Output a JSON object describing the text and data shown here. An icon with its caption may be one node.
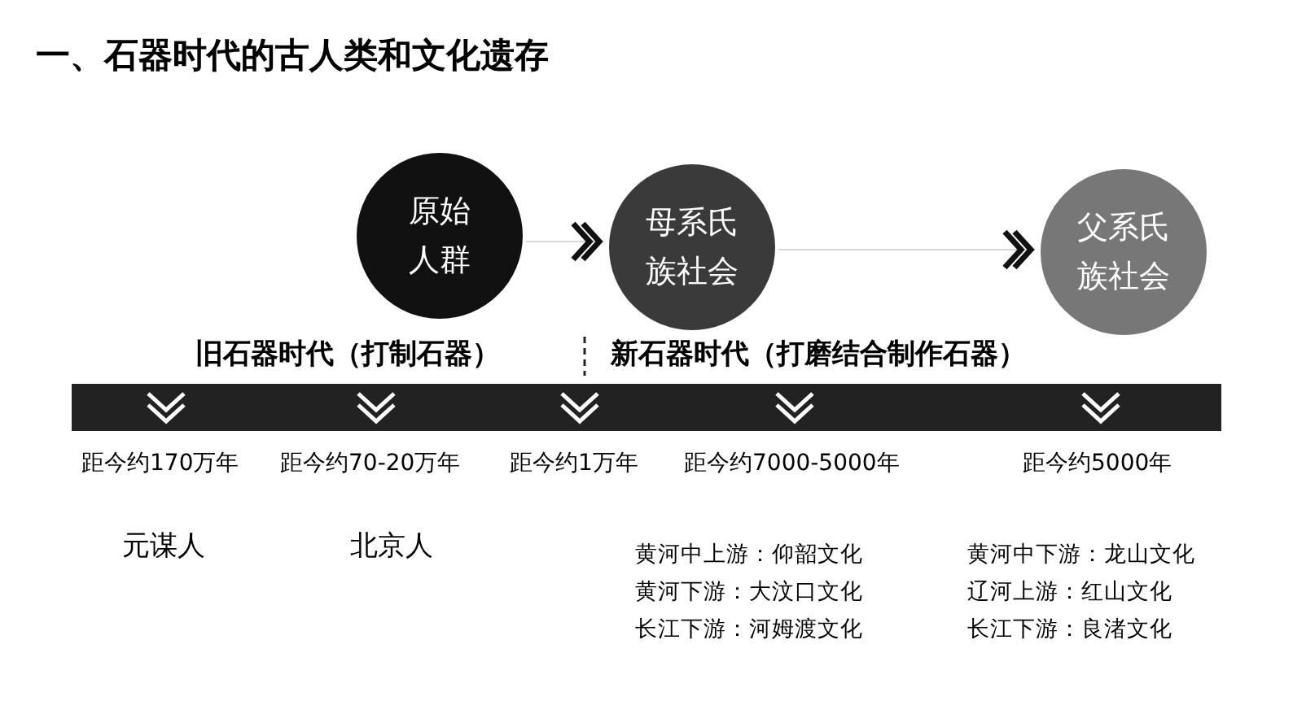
{
  "diagram": {
    "title": "一、石器时代的古人类和文化遗存",
    "nodes": [
      {
        "text": [
          "原始人群"
        ]
      },
      {
        "text": [
          "母系氏族社会"
        ]
      },
      {
        "text": [
          "父系氏族社会"
        ]
      }
    ],
    "edges": [
      {
        "from": 0,
        "to": 1,
        "arrow": "to"
      },
      {
        "from": 1,
        "to": 2,
        "arrow": "to"
      }
    ],
    "labels": [
      "旧石器时代（打制石器）",
      "新石器时代（打磨结合制作石器）",
      "距今约170万年",
      "距今约70-20万年",
      "距今约1万年",
      "距今约7000-5000年",
      "距今约5000年",
      "元谋人",
      "北京人",
      "黄河中上游：仰韶文化",
      "黄河中下游：龙山文化",
      "黄河下游：大汶口文化",
      "辽河上游：红山文化",
      "长江下游：河姆渡文化",
      "长江下游：良渚文化"
    ]
  }
}
